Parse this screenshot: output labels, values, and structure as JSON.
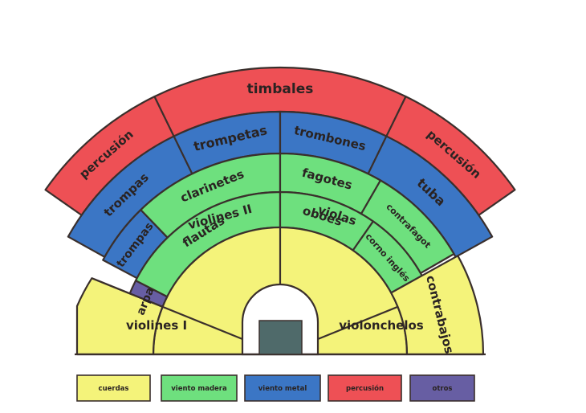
{
  "colors": {
    "cuerdas": "#f4f37a",
    "viento_madera": "#6ee07e",
    "viento_metal": "#3b76c5",
    "percusion": "#ee5055",
    "otros": "#675ea3",
    "conductor_podium": "#4f6a6a"
  },
  "sections": [
    {
      "key": "violines_1",
      "label": "violines I",
      "group": "cuerdas"
    },
    {
      "key": "violines_2",
      "label": "violines II",
      "group": "cuerdas"
    },
    {
      "key": "violas",
      "label": "violas",
      "group": "cuerdas"
    },
    {
      "key": "violonchelos",
      "label": "violonchelos",
      "group": "cuerdas"
    },
    {
      "key": "contrabajos",
      "label": "contrabajos",
      "group": "cuerdas"
    },
    {
      "key": "arpa",
      "label": "arpa",
      "group": "otros"
    },
    {
      "key": "flautas",
      "label": "flautas",
      "group": "viento_madera"
    },
    {
      "key": "oboes",
      "label": "oboes",
      "group": "viento_madera"
    },
    {
      "key": "corno_ingles",
      "label": "corno inglés",
      "group": "viento_madera"
    },
    {
      "key": "clarinetes",
      "label": "clarinetes",
      "group": "viento_madera"
    },
    {
      "key": "fagotes",
      "label": "fagotes",
      "group": "viento_madera"
    },
    {
      "key": "contrafagot",
      "label": "contrafagot",
      "group": "viento_madera"
    },
    {
      "key": "trompas_inner",
      "label": "trompas",
      "group": "viento_metal"
    },
    {
      "key": "trompas_outer",
      "label": "trompas",
      "group": "viento_metal"
    },
    {
      "key": "trompetas",
      "label": "trompetas",
      "group": "viento_metal"
    },
    {
      "key": "trombones",
      "label": "trombones",
      "group": "viento_metal"
    },
    {
      "key": "tuba",
      "label": "tuba",
      "group": "viento_metal"
    },
    {
      "key": "percusion_left",
      "label": "percusión",
      "group": "percusion"
    },
    {
      "key": "timbales",
      "label": "timbales",
      "group": "percusion"
    },
    {
      "key": "percusion_right",
      "label": "percusión",
      "group": "percusion"
    }
  ],
  "legend": [
    {
      "key": "cuerdas",
      "label": "cuerdas"
    },
    {
      "key": "viento_madera",
      "label": "viento madera"
    },
    {
      "key": "viento_metal",
      "label": "viento metal"
    },
    {
      "key": "percusion",
      "label": "percusión"
    },
    {
      "key": "otros",
      "label": "otros"
    }
  ]
}
